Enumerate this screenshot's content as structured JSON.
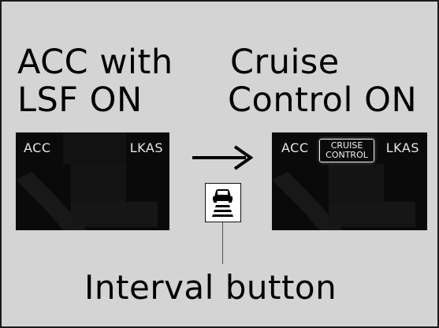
{
  "headings": {
    "before_line1": "ACC with",
    "before_line2": "LSF ON",
    "after_line1": "Cruise",
    "after_line2": "Control ON"
  },
  "screen_before": {
    "left_label": "ACC",
    "right_label": "LKAS"
  },
  "screen_after": {
    "left_label": "ACC",
    "badge_line1": "CRUISE",
    "badge_line2": "CONTROL",
    "right_label": "LKAS"
  },
  "icons": {
    "transition": "arrow-right-icon",
    "button": "interval-button-icon"
  },
  "caption": "Interval button",
  "colors": {
    "background": "#d4d4d4",
    "screen": "#0a0a0a",
    "screen_text": "#e6e6e6"
  }
}
